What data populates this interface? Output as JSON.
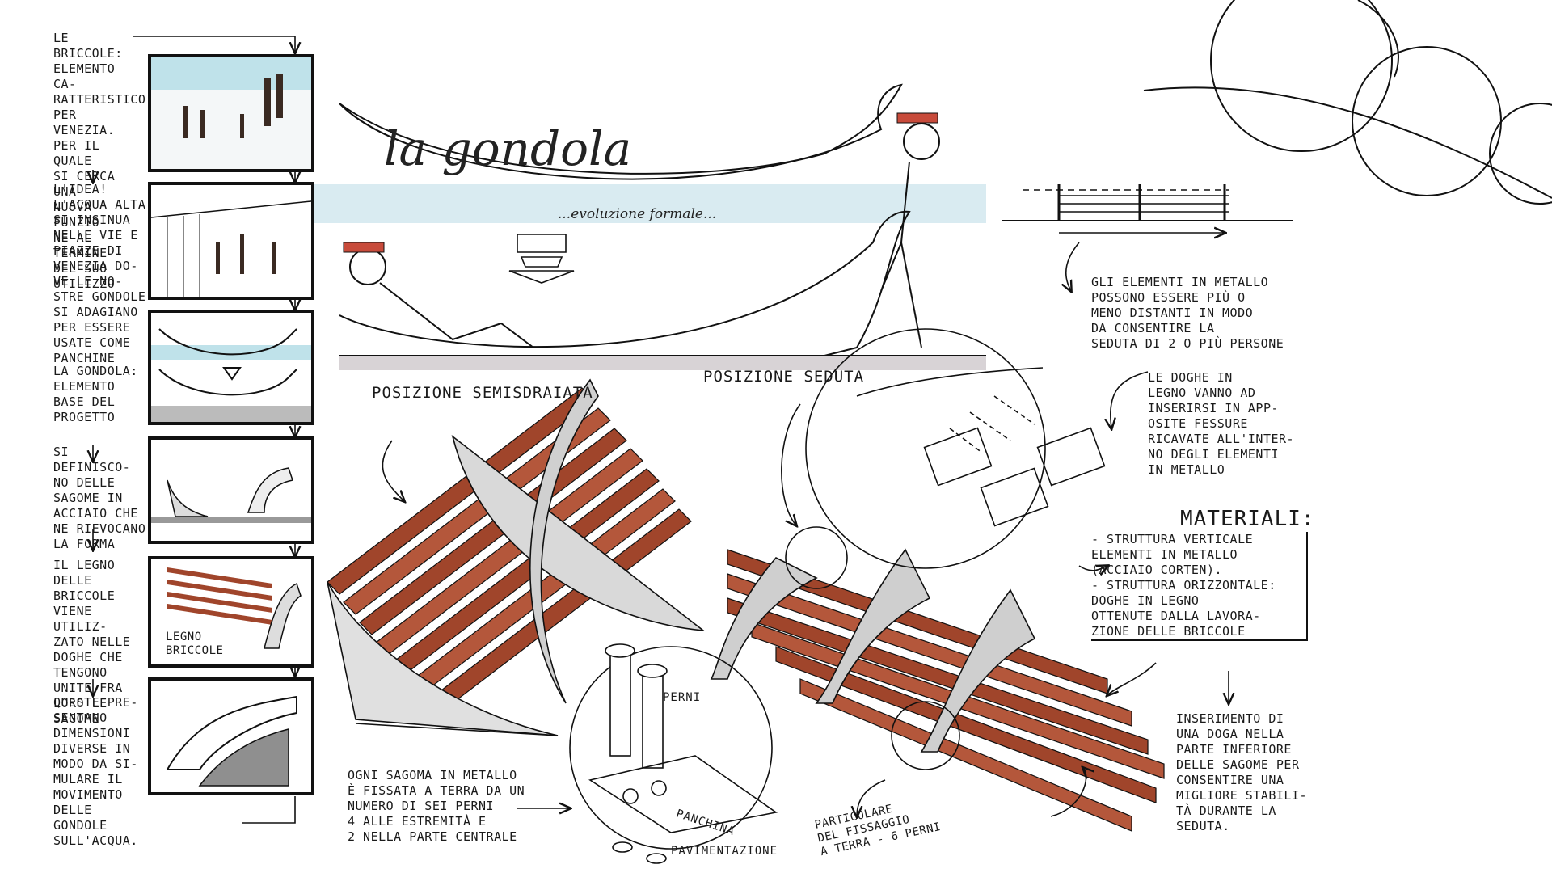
{
  "left_column": {
    "notes": [
      "LE BRICCOLE:\nELEMENTO CA-\nRATTERISTICO\nPER VENEZIA.\nPER IL QUALE\nSI CERCA UNA\nNUOVA FUNZIO\nNE AL TERMINE\nDEL SUO\nUTILIZZO",
      "L'IDEA!\nL'ACQUA ALTA\nSI INSINUA\nNELLE VIE E\nPIAZZE DI\nVENEZIA DO-\nVE LE NO-\nSTRE GONDOLE\nSI ADAGIANO\nPER ESSERE\nUSATE COME\nPANCHINE",
      "LA GONDOLA:\nELEMENTO\nBASE DEL\nPROGETTO",
      "SI DEFINISCO-\nNO DELLE\nSAGOME IN\nACCIAIO CHE\nNE RIEVOCANO\nLA FORMA",
      "IL LEGNO\nDELLE BRICCOLE\nVIENE UTILIZ-\nZATO NELLE\nDOGHE CHE\nTENGONO\nUNITE FRA\nLORO LE\nSAGOME",
      "QUESTE PRE-\nSENTANO\nDIMENSIONI\nDIVERSE IN\nMODO DA SI-\nMULARE IL\nMOVIMENTO\nDELLE\nGONDOLE\nSULL'ACQUA."
    ],
    "panel_label": "LEGNO\nBRICCOLE"
  },
  "center": {
    "title": "la gondola",
    "subtitle": "...evoluzione formale...",
    "pose_left": "POSIZIONE SEMISDRAIATA",
    "pose_right": "POSIZIONE SEDUTA",
    "note_bottom": "OGNI SAGOMA IN METALLO\nÈ FISSATA A TERRA DA UN\nNUMERO DI SEI PERNI\n4 ALLE ESTREMITÀ E\n2 NELLA PARTE CENTRALE",
    "perni": "PERNI",
    "panchina": "PANCHINA",
    "pavimentazione": "PAVIMENTAZIONE",
    "fissaggio": "PARTICOLARE\nDEL FISSAGGIO\nA TERRA - 6 PERNI"
  },
  "right": {
    "note_metal": "GLI ELEMENTI IN METALLO\nPOSSONO ESSERE PIÙ O\nMENO DISTANTI IN MODO\nDA CONSENTIRE LA\nSEDUTA DI 2 O PIÙ PERSONE",
    "note_doghe": "LE DOGHE IN\nLEGNO VANNO AD\nINSERIRSI IN APP-\nOSITE FESSURE\nRICAVATE ALL'INTER-\nNO DEGLI ELEMENTI\nIN METALLO",
    "materiali_title": "MATERIALI:",
    "materiali_text": "- STRUTTURA VERTICALE\nELEMENTI IN METALLO\n(ACCIAIO CORTEN).\n- STRUTTURA ORIZZONTALE:\nDOGHE IN LEGNO\nOTTENUTE DALLA LAVORA-\nZIONE DELLE BRICCOLE",
    "note_insert": "INSERIMENTO DI\nUNA DOGA NELLA\nPARTE INFERIORE\nDELLE SAGOME PER\nCONSENTIRE UNA\nMIGLIORE STABILI-\nTÀ DURANTE LA\nSEDUTA."
  },
  "colors": {
    "wood": "#a0452b",
    "wood_light": "#c97a5a",
    "water": "#bfe2ea",
    "metal": "#c9c9c9",
    "ink": "#111111"
  }
}
